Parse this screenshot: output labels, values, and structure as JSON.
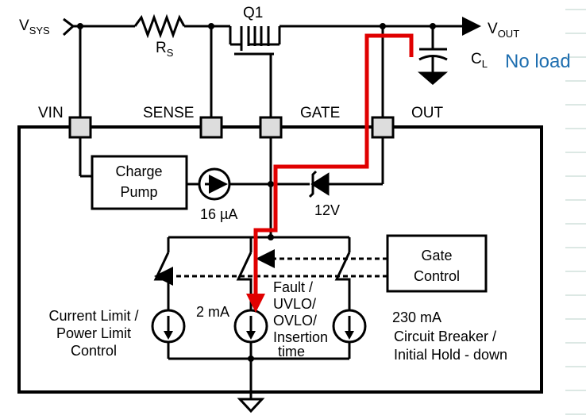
{
  "labels": {
    "vsys_main": "V",
    "vsys_sub": "SYS",
    "rs_main": "R",
    "rs_sub": "S",
    "q1": "Q1",
    "vout_main": "V",
    "vout_sub": "OUT",
    "cl_main": "C",
    "cl_sub": "L",
    "no_load": "No load",
    "pin_vin": "VIN",
    "pin_sense": "SENSE",
    "pin_gate": "GATE",
    "pin_out": "OUT",
    "charge_pump_line1": "Charge",
    "charge_pump_line2": "Pump",
    "current_16": "16 µA",
    "zener_12v": "12V",
    "gate_control_line1": "Gate",
    "gate_control_line2": "Control",
    "cl_pl_line1": "Current Limit /",
    "cl_pl_line2": "Power Limit",
    "cl_pl_line3": "Control",
    "current_2ma": "2 mA",
    "fault_line1": "Fault /",
    "fault_line2": "UVLO/",
    "fault_line3": "OVLO/",
    "fault_line4": "Insertion",
    "fault_line5": "time",
    "current_230ma": "230 mA",
    "cb_line1": "Circuit Breaker /",
    "cb_line2": "Initial Hold - down"
  },
  "colors": {
    "wire": "#000000",
    "highlight_path": "#e00000",
    "annotation_text": "#1f6fb0"
  }
}
